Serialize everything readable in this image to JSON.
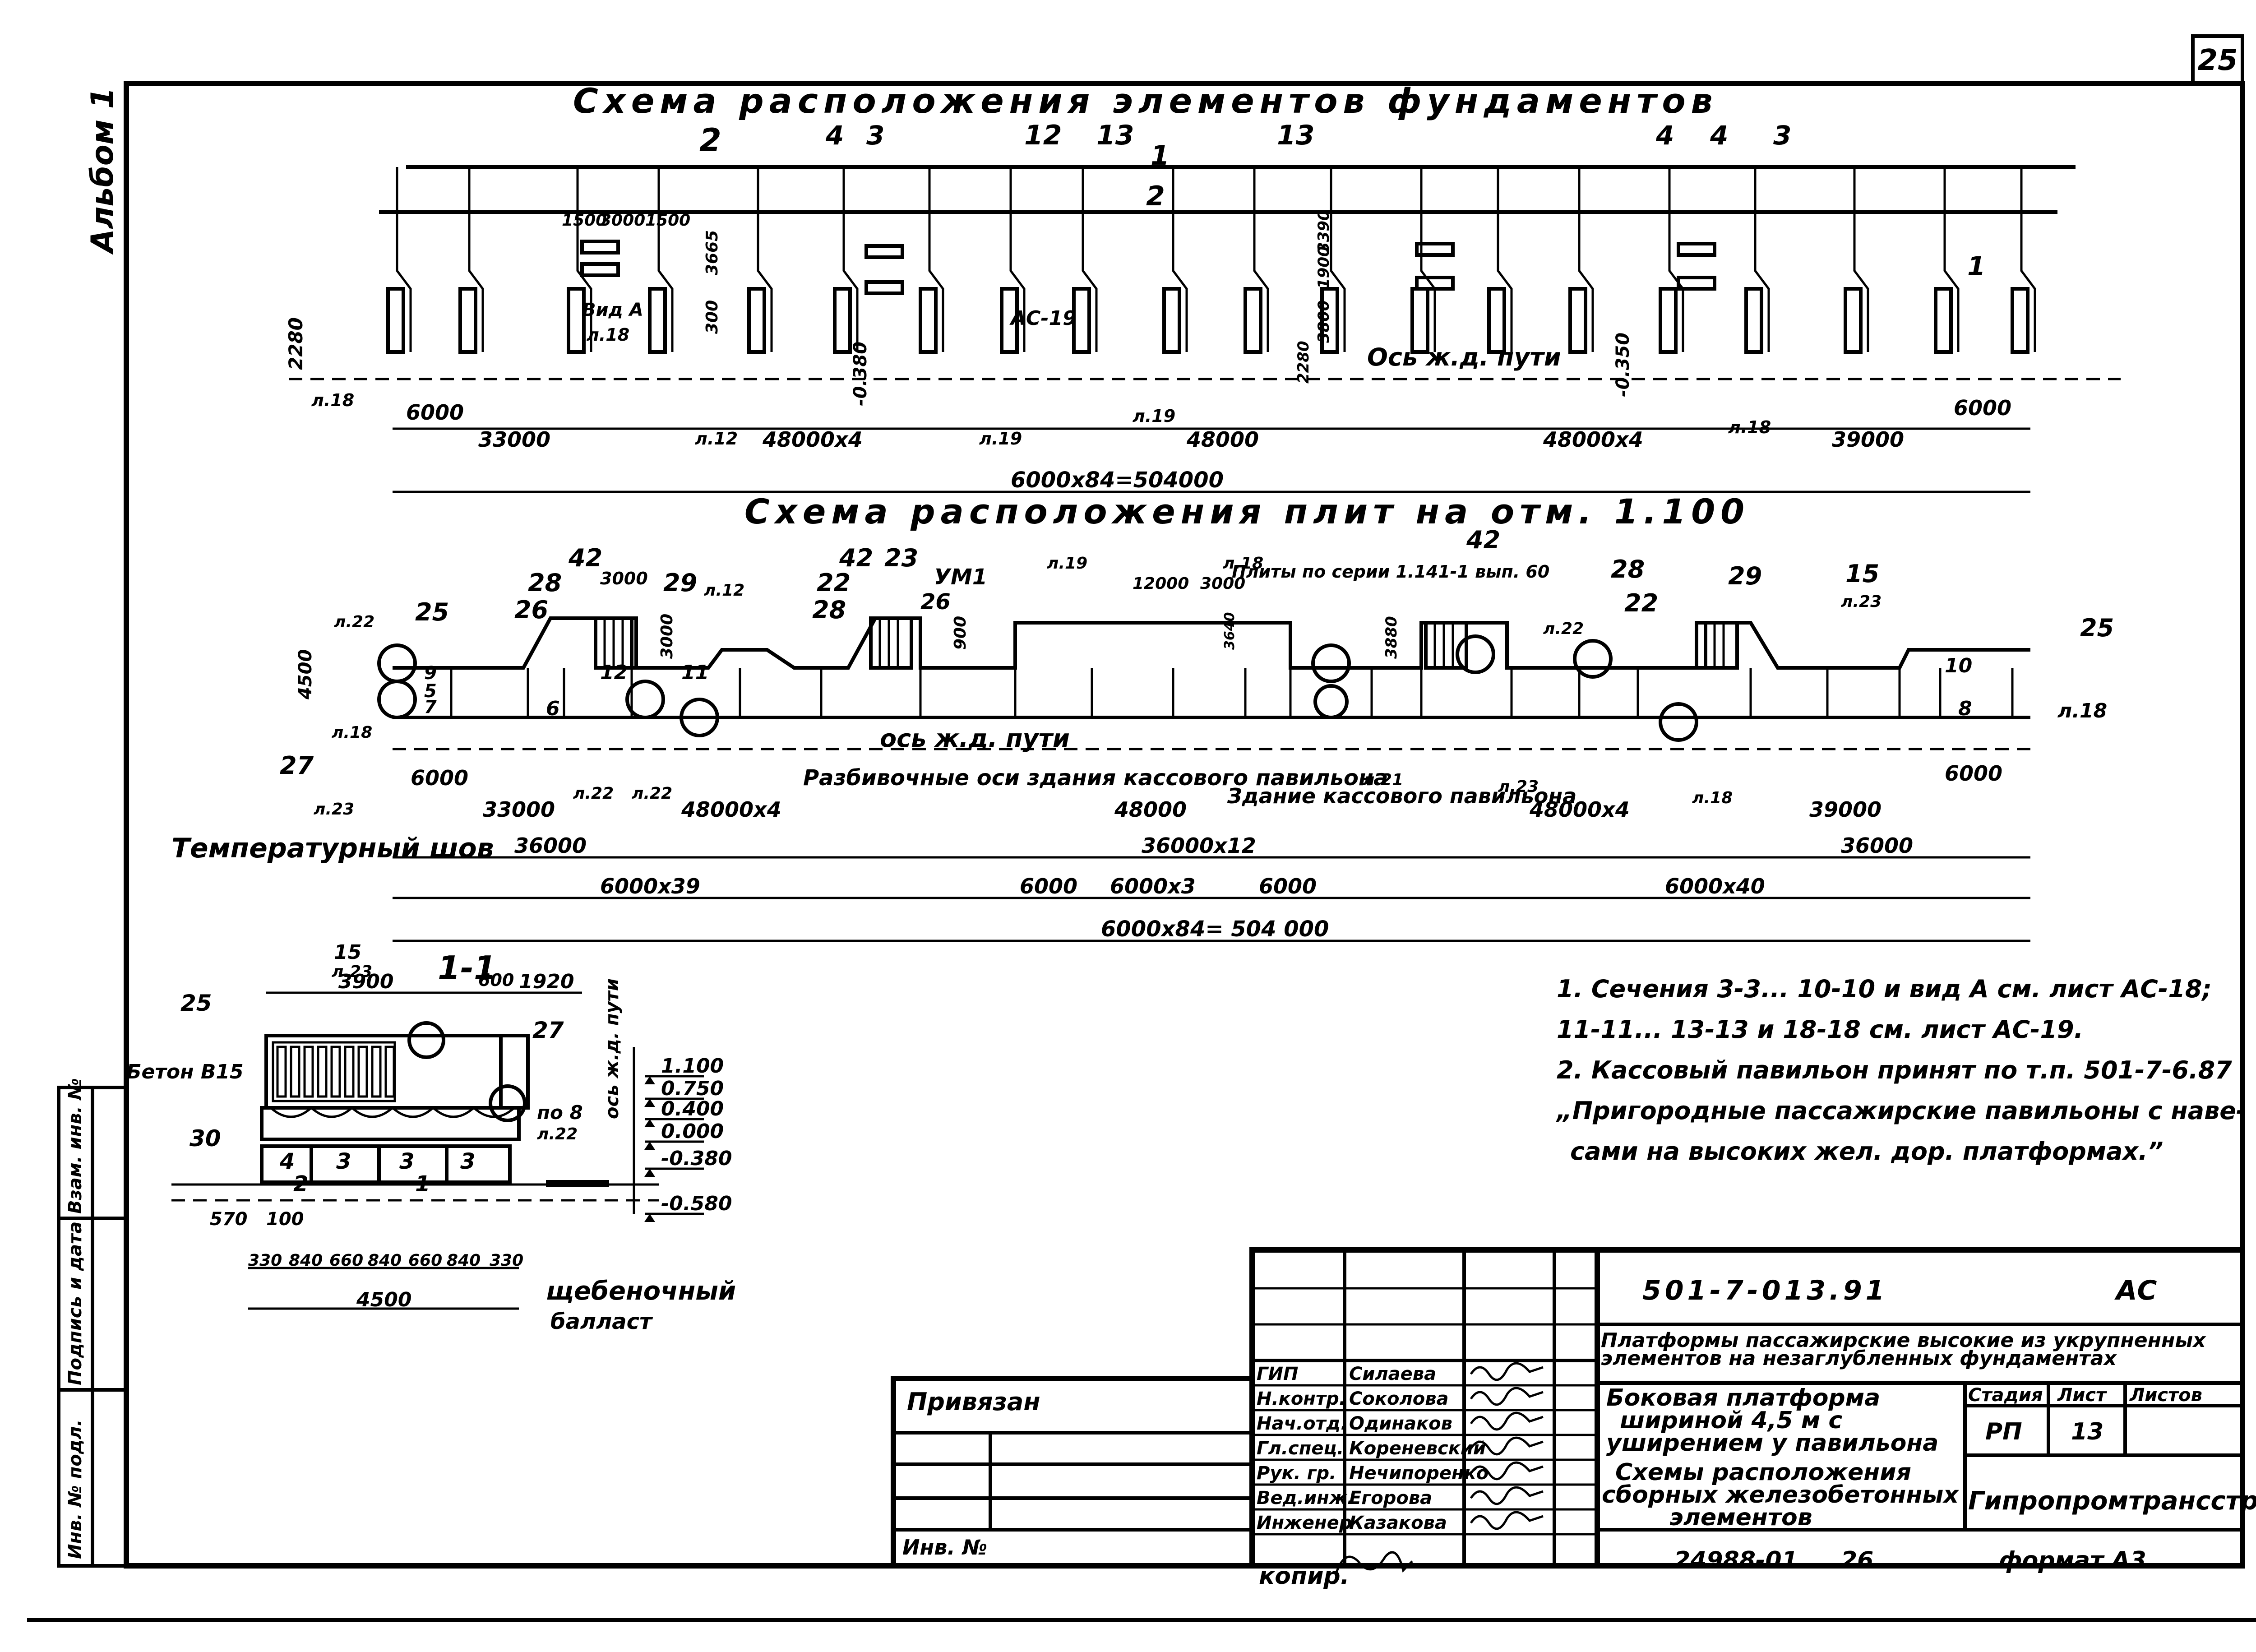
{
  "sheet_number": "25",
  "album_label": "Альбом 1",
  "plan_foundations": {
    "title": "Схема расположения элементов фундаментов",
    "section_labels": [
      "2",
      "4",
      "3",
      "12",
      "13",
      "1",
      "13",
      "4",
      "4",
      "3",
      "2",
      "1"
    ],
    "dims": [
      "1500",
      "3000",
      "1500",
      "3665",
      "300",
      "2280",
      "6000",
      "33000",
      "48000x4",
      "48000",
      "48000x4",
      "39000",
      "6000",
      "6000x84=504000",
      "-0.380",
      "-0.350",
      "2280",
      "3800",
      "1900",
      "3390"
    ],
    "refs": [
      "л.18",
      "л.12",
      "л.19",
      "л.18",
      "л.19",
      "л.18"
    ],
    "view_label": "Вид А",
    "element_label": "АС-19",
    "axis_label": "Ось ж.д. пути"
  },
  "plan_slabs": {
    "title": "Схема расположения плит на отм. 1.100",
    "numbers": [
      "42",
      "28",
      "26",
      "25",
      "29",
      "42",
      "22",
      "23",
      "28",
      "26",
      "УМ1",
      "42",
      "28",
      "22",
      "29",
      "15",
      "25",
      "12",
      "11",
      "9",
      "5",
      "7",
      "6",
      "27",
      "10",
      "8"
    ],
    "dims": [
      "4500",
      "3000",
      "3000",
      "900",
      "3640",
      "3880",
      "12000",
      "3000",
      "6000",
      "33000",
      "48000x4",
      "48000",
      "48000x4",
      "39000",
      "6000",
      "36000",
      "36000x12",
      "36000",
      "6000x39",
      "6000",
      "6000x3",
      "6000",
      "6000x40",
      "6000x84= 504 000"
    ],
    "series_note": "Плиты по серии 1.141-1 вып. 60",
    "axis_label": "ось ж.д. пути",
    "note_axes": "Разбивочные оси здания кассового павильона",
    "note_building": "Здание кассового павильона",
    "temp_joint": "Температурный шов",
    "refs": [
      "л.22",
      "л.18",
      "л.23",
      "л.22",
      "л.22",
      "л.12",
      "л.19",
      "л.18",
      "л.21",
      "л.23",
      "л.22",
      "л.18",
      "л.23",
      "л.18"
    ]
  },
  "section_1_1": {
    "title": "1-1",
    "labels": [
      "15",
      "л.23",
      "25",
      "27",
      "30",
      "4",
      "3",
      "3",
      "2",
      "1",
      "3",
      "по 8",
      "л.22"
    ],
    "concrete": "Бетон В15",
    "ballast": "щебеночный балласт",
    "axis": "ось ж.д. пути",
    "dims_top": [
      "3900",
      "600",
      "1920"
    ],
    "dims_bottom": [
      "330",
      "840",
      "660",
      "840",
      "660",
      "840",
      "330"
    ],
    "dim_total": "4500",
    "dims_left": [
      "570",
      "100"
    ],
    "levels": [
      "1.100",
      "0.750",
      "0.400",
      "0.000",
      "-0.380",
      "-0.580"
    ]
  },
  "notes": [
    "1. Сечения 3-3... 10-10 и вид А см. лист АС-18;",
    "11-11... 13-13 и 18-18 см. лист АС-19.",
    "2. Кассовый павильон принят по т.п. 501-7-6.87",
    "„Пригородные пассажирские павильоны с наве-",
    "сами на высоких жел. дор. платформах.”"
  ],
  "left_strip": [
    "Взам. инв. №",
    "Подпись и дата",
    "Инв. № подл."
  ],
  "title_block": {
    "doc_code": "501-7-013.91",
    "mark": "АС",
    "project": "Платформы пассажирские высокие из укрупненных элементов на незаглубленных фундаментах",
    "object": "Боковая платформа шириной 4,5 м с уширением у павильона",
    "sheet_title": "Схемы расположения сборных железобетонных элементов",
    "stage_header": "Стадия",
    "sheet_header": "Лист",
    "sheets_header": "Листов",
    "stage": "РП",
    "sheet": "13",
    "sheets": "",
    "organization": "Гипропромтрансстрой",
    "bound_label": "Привязан",
    "inv_label": "Инв. №",
    "roles": [
      {
        "role": "ГИП",
        "name": "Силаева"
      },
      {
        "role": "Н.контр.",
        "name": "Соколова"
      },
      {
        "role": "Нач.отд.",
        "name": "Одинаков"
      },
      {
        "role": "Гл.спец.",
        "name": "Кореневский"
      },
      {
        "role": "Рук. гр.",
        "name": "Нечипоренко"
      },
      {
        "role": "Вед.инж.",
        "name": "Егорова"
      },
      {
        "role": "Инженер",
        "name": "Казакова"
      }
    ],
    "bottom_code": "24988-01",
    "bottom_num": "26",
    "copied": "копир.",
    "format": "формат А3"
  }
}
